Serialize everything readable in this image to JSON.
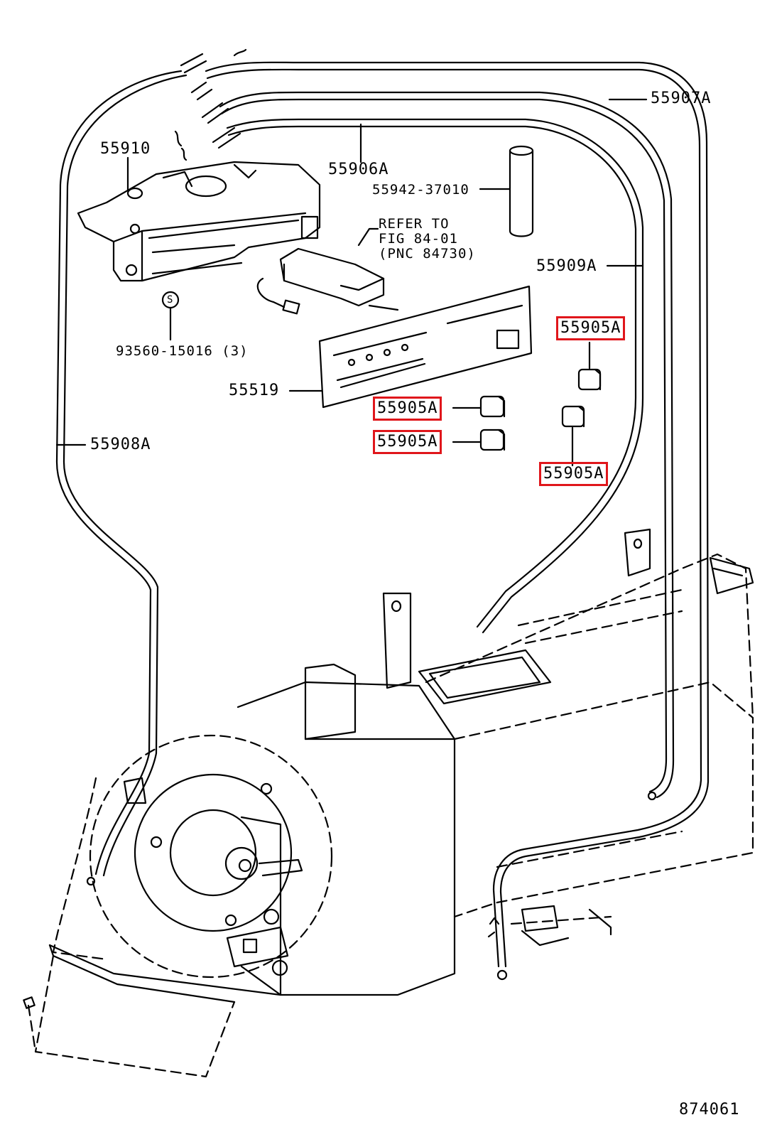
{
  "diagram": {
    "figure_number": "874061",
    "highlight_color": "#e0161b",
    "line_color": "#000000",
    "background": "#ffffff",
    "labels": {
      "p55907A": "55907A",
      "p55910": "55910",
      "p55906A": "55906A",
      "p55942": "55942-37010",
      "refer_line1": "REFER TO",
      "refer_line2": "FIG 84-01",
      "refer_line3": "(PNC 84730)",
      "p55909A": "55909A",
      "s_mark": "S",
      "p93560": "93560-15016 (3)",
      "p55519": "55519",
      "p55908A": "55908A",
      "knob_a": "55905A",
      "knob_b": "55905A",
      "knob_c": "55905A",
      "knob_d": "55905A"
    }
  }
}
